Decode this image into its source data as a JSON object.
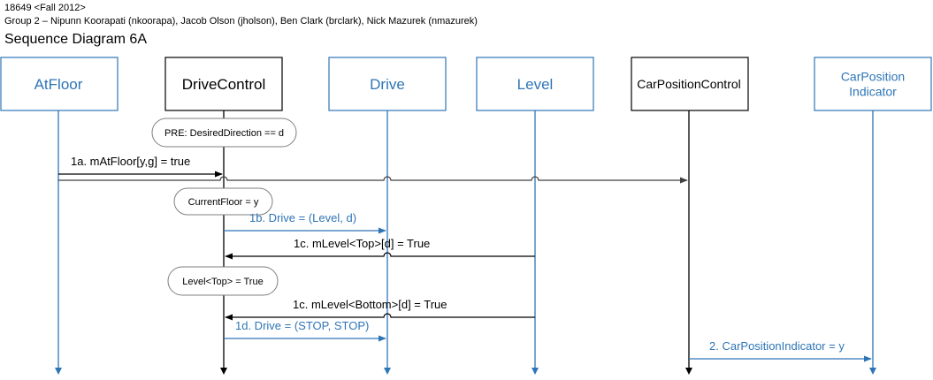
{
  "header": {
    "course": "18649 <Fall 2012>",
    "group": "Group 2 – Nipunn Koorapati (nkoorapa), Jacob Olson (jholson), Ben Clark (brclark), Nick Mazurek (nmazurek)",
    "title": "Sequence Diagram 6A"
  },
  "colors": {
    "blue": "#2e75b6",
    "black": "#000000",
    "dark": "#404040"
  },
  "objects": [
    {
      "id": "atfloor",
      "label": "AtFloor",
      "style": "blue"
    },
    {
      "id": "drivecontrol",
      "label": "DriveControl",
      "style": "black"
    },
    {
      "id": "drive",
      "label": "Drive",
      "style": "blue"
    },
    {
      "id": "level",
      "label": "Level",
      "style": "blue"
    },
    {
      "id": "carpositioncontrol",
      "label": "CarPositionControl",
      "style": "black"
    },
    {
      "id": "carpositionindicator",
      "label": "CarPosition\nIndicator",
      "style": "blue"
    }
  ],
  "states": [
    {
      "id": "pre",
      "label": "PRE: DesiredDirection == d"
    },
    {
      "id": "currentfloor",
      "label": "CurrentFloor = y"
    },
    {
      "id": "leveltop",
      "label": "Level<Top> = True"
    }
  ],
  "messages": [
    {
      "id": "m1a",
      "label": "1a. mAtFloor[y,g] = true",
      "from": "atfloor",
      "to": "drivecontrol",
      "color": "black"
    },
    {
      "id": "m1a-broadcast",
      "label": "",
      "from": "atfloor",
      "to": "carpositioncontrol",
      "color": "dark"
    },
    {
      "id": "m1b",
      "label": "1b. Drive = (Level, d)",
      "from": "drivecontrol",
      "to": "drive",
      "color": "blue"
    },
    {
      "id": "m1c-top",
      "label": "1c. mLevel<Top>[d] = True",
      "from": "level",
      "to": "drivecontrol",
      "color": "black"
    },
    {
      "id": "m1c-bottom",
      "label": "1c. mLevel<Bottom>[d] = True",
      "from": "level",
      "to": "drivecontrol",
      "color": "black"
    },
    {
      "id": "m1d",
      "label": "1d. Drive = (STOP, STOP)",
      "from": "drivecontrol",
      "to": "drive",
      "color": "blue"
    },
    {
      "id": "m2",
      "label": "2. CarPositionIndicator = y",
      "from": "carpositioncontrol",
      "to": "carpositionindicator",
      "color": "blue"
    }
  ]
}
